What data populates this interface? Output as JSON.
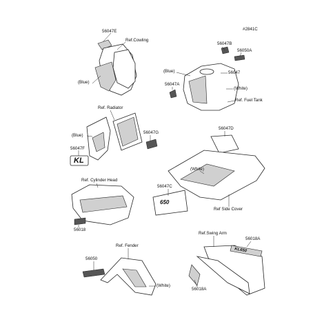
{
  "diagram_id": "#2841C",
  "labels": {
    "p56047E": "56047E",
    "ref_cowling": "Ref.Cowling",
    "blue_cowl": "(Blue)",
    "p56047B": "56047B",
    "p56050A": "56050A",
    "blue_tank": "(Blue)",
    "p56047": "56047",
    "p56047A": "56047A",
    "white_tank": "(White)",
    "ref_fuel_tank": "Ref. Fuel Tank",
    "ref_radiator": "Ref. Radiator",
    "blue_rad": "(Blue)",
    "p56047G": "56047G",
    "p56047F": "56047F",
    "p56047D": "56047D",
    "white_side": "(White)",
    "p56047C": "56047C",
    "ref_side_cover": "Ref Side Cover",
    "ref_cyl_head": "Ref. Cylinder Head",
    "p56018": "56018",
    "ref_swing_arm": "Ref.Swing Arm",
    "p56018A_top": "56018A",
    "p56018A_bot": "56018A",
    "ref_fender": "Ref. Fender",
    "p56050": "56050",
    "white_fender": "(White)"
  },
  "decals": {
    "kl": "KL",
    "cover_text": "650",
    "swing_text": "KL650"
  }
}
